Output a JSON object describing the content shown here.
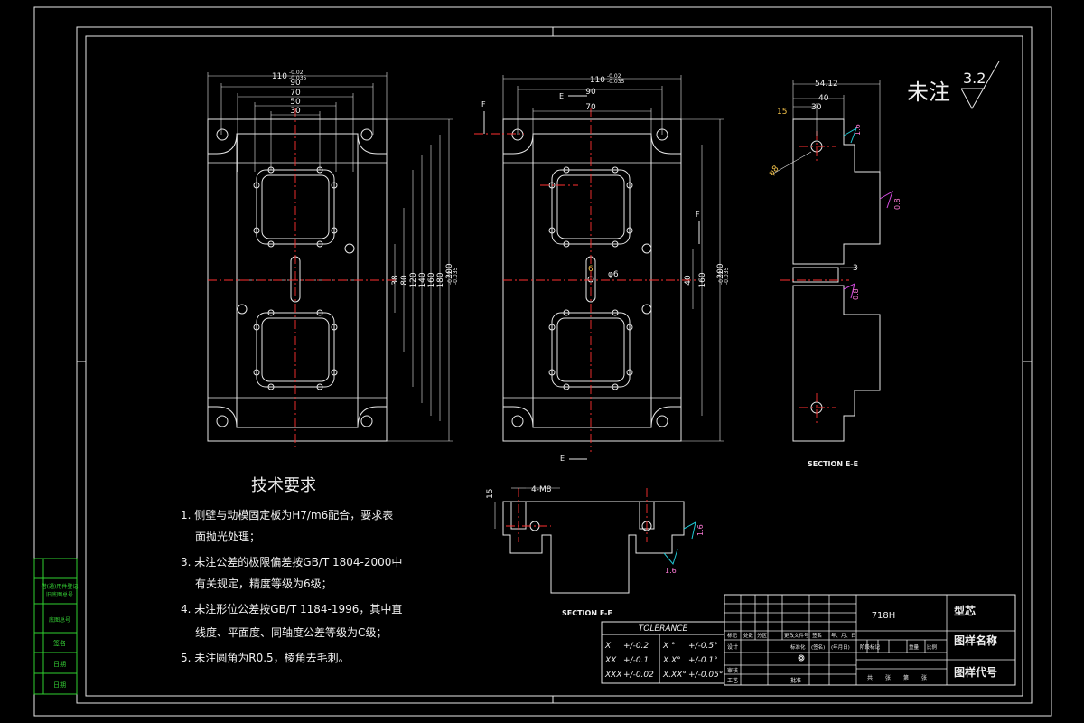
{
  "roughness": {
    "label": "未注",
    "value": "3.2"
  },
  "top_view_1": {
    "dims_horizontal": [
      "110",
      "90",
      "70",
      "50",
      "30"
    ],
    "dims_horizontal_tol": [
      "-0.02",
      "-0.035"
    ],
    "dims_vertical": [
      "38",
      "80",
      "120",
      "140",
      "160",
      "180",
      "200"
    ],
    "dims_vertical_tol": [
      "-0.02",
      "-0.035"
    ]
  },
  "top_view_2": {
    "dims_horizontal": [
      "110",
      "90",
      "70"
    ],
    "dims_horizontal_tol": [
      "-0.02",
      "-0.035"
    ],
    "dims_vertical": [
      "40",
      "160",
      "200"
    ],
    "dims_vertical_tol": [
      "-0.02",
      "-0.035"
    ],
    "hole_dims": [
      "6",
      "φ6"
    ],
    "section_marks": [
      "F",
      "E",
      "F",
      "E"
    ]
  },
  "section_e": {
    "title": "SECTION E-E",
    "dims": [
      "54.12",
      "40",
      "30",
      "15",
      "φ8",
      "3"
    ],
    "roughness_marks": [
      "1.6",
      "0.8",
      "0.8"
    ]
  },
  "section_f": {
    "title": "SECTION F-F",
    "dims": [
      "15",
      "4-M8"
    ],
    "roughness_marks": [
      "1.6",
      "1.6"
    ]
  },
  "tech_req": {
    "heading": "技术要求",
    "items": [
      "1. 侧壁与动模固定板为H7/m6配合，要求表",
      "面抛光处理；",
      "3. 未注公差的极限偏差按GB/T 1804-2000中",
      "有关规定，精度等级为6级；",
      "4. 未注形位公差按GB/T 1184-1996，其中直",
      "线度、平面度、同轴度公差等级为C级；",
      "5. 未注圆角为R0.5，棱角去毛刺。"
    ]
  },
  "tolerance": {
    "title": "TOLERANCE",
    "rows": [
      [
        "X",
        "+/-0.2",
        "X °",
        "+/-0.5°"
      ],
      [
        "XX",
        "+/-0.1",
        "X.X°",
        "+/-0.1°"
      ],
      [
        "XXX",
        "+/-0.02",
        "X.XX°",
        "+/-0.05°"
      ]
    ]
  },
  "title_block": {
    "material": "718H",
    "part_name": "型芯",
    "drawing_name_label": "图样名称",
    "drawing_code_label": "图样代号",
    "revision_headers": [
      "标记",
      "处数",
      "分区",
      "更改文件号",
      "签名",
      "年、月、日"
    ],
    "sign_rows": [
      "设计",
      "审核",
      "工艺"
    ],
    "std_labels": [
      "标准化",
      "(签名)",
      "(年月日)"
    ],
    "stage_labels": [
      "阶段标记",
      "重量",
      "比例"
    ],
    "sheet_labels": [
      "共",
      "张",
      "第",
      "张"
    ],
    "approve_label": "批准"
  },
  "side_strip": {
    "labels": [
      "借(通)用件登记",
      "旧底图总号",
      "底图总号",
      "签名",
      "日期",
      "日期"
    ]
  },
  "colors": {
    "background": "#000000",
    "line": "#e8e8e8",
    "center_line": "#ff3030",
    "dimension_text": "#f3c24a",
    "frame_accent": "#2fd02f",
    "roughness_symbol": "#21c7d4"
  }
}
